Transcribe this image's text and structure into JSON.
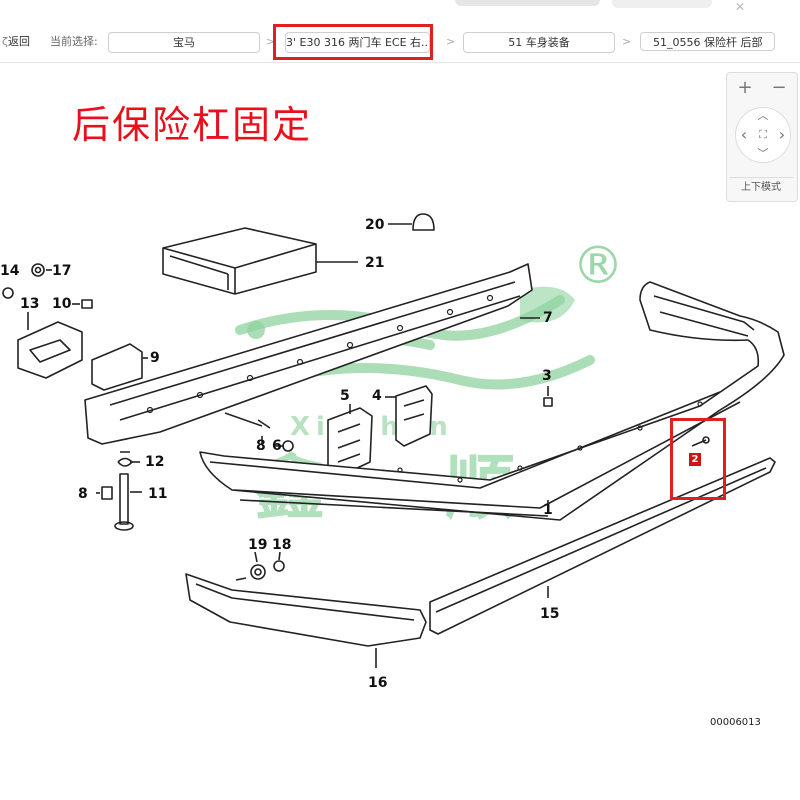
{
  "nav": {
    "back_label": "返回",
    "current_selection_label": "当前选择:",
    "breadcrumb": [
      "宝马",
      "3' E30 316 两门车 ECE 右...",
      "51 车身装备",
      "51_0556 保险杆 后部"
    ],
    "separator": ">"
  },
  "title": "后保险杠固定",
  "controls": {
    "zoom_in": "+",
    "zoom_out": "−",
    "up": "︿",
    "down": "﹀",
    "left": "‹",
    "right": "›",
    "center": "⛶",
    "mode_label": "上下模式"
  },
  "watermark": {
    "registered": "®",
    "latin": "XinShun",
    "cjk": "鑫顺"
  },
  "part_numbers": {
    "p1": "1",
    "p2": "2",
    "p3": "3",
    "p4": "4",
    "p5": "5",
    "p6": "6",
    "p7": "7",
    "p8a": "8",
    "p8b": "8",
    "p9": "9",
    "p10": "10",
    "p11": "11",
    "p12": "12",
    "p13": "13",
    "p14": "14",
    "p15": "15",
    "p16": "16",
    "p17": "17",
    "p18": "18",
    "p19": "19",
    "p20": "20",
    "p21": "21"
  },
  "diagram_code": "00006013",
  "colors": {
    "highlight": "#e02020",
    "title": "#e8111b",
    "watermark": "#7fcf90"
  }
}
